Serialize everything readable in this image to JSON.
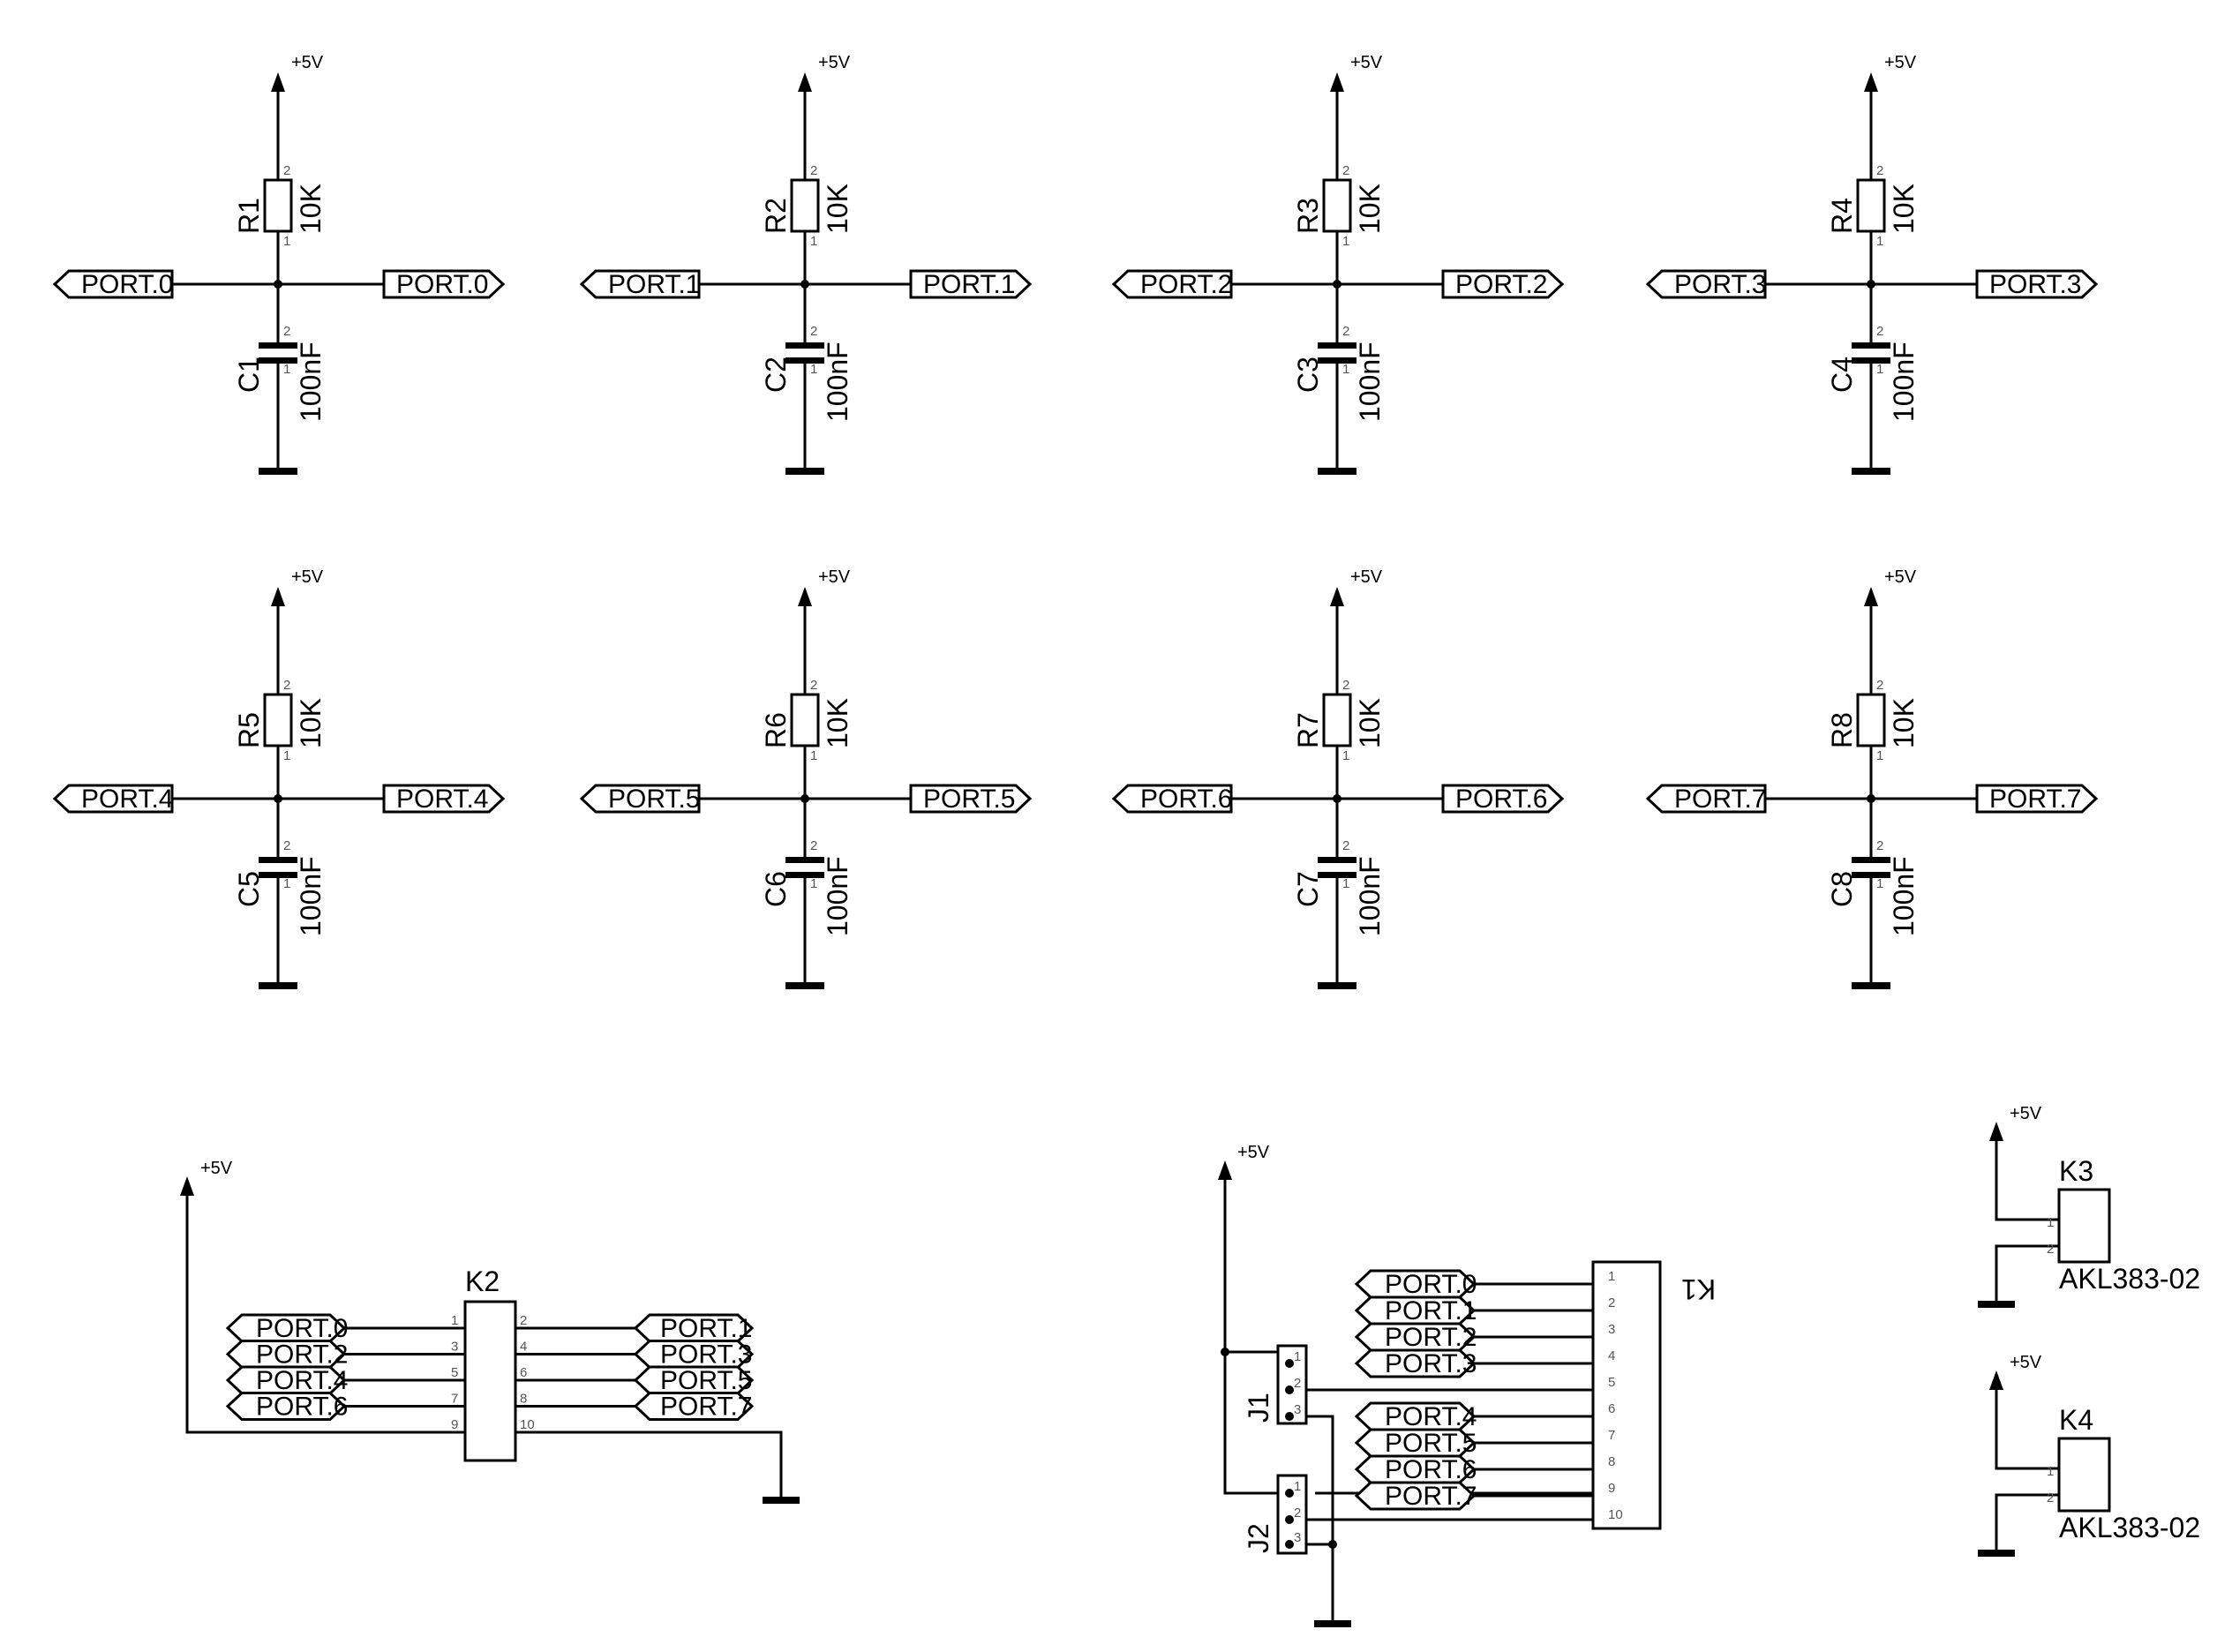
{
  "supply_label": "+5V",
  "resistor_value": "10K",
  "capacitor_value": "100nF",
  "cells": [
    {
      "resistor": "R1",
      "capacitor": "C1",
      "net": "PORT.0"
    },
    {
      "resistor": "R2",
      "capacitor": "C2",
      "net": "PORT.1"
    },
    {
      "resistor": "R3",
      "capacitor": "C3",
      "net": "PORT.2"
    },
    {
      "resistor": "R4",
      "capacitor": "C4",
      "net": "PORT.3"
    },
    {
      "resistor": "R5",
      "capacitor": "C5",
      "net": "PORT.4"
    },
    {
      "resistor": "R6",
      "capacitor": "C6",
      "net": "PORT.5"
    },
    {
      "resistor": "R7",
      "capacitor": "C7",
      "net": "PORT.6"
    },
    {
      "resistor": "R8",
      "capacitor": "C8",
      "net": "PORT.7"
    }
  ],
  "pin_numbers": [
    "1",
    "2",
    "3",
    "4",
    "5",
    "6",
    "7",
    "8",
    "9",
    "10"
  ],
  "k2": {
    "name": "K2",
    "left_nets": [
      "PORT.0",
      "PORT.2",
      "PORT.4",
      "PORT.6"
    ],
    "right_nets": [
      "PORT.1",
      "PORT.3",
      "PORT.5",
      "PORT.7"
    ]
  },
  "k1": {
    "name": "K1",
    "nets_top": [
      "PORT.0",
      "PORT.1",
      "PORT.2",
      "PORT.3"
    ],
    "nets_bottom": [
      "PORT.4",
      "PORT.5",
      "PORT.6",
      "PORT.7"
    ]
  },
  "jumpers": [
    "J1",
    "J2"
  ],
  "terminals": [
    {
      "name": "K3",
      "part": "AKL383-02"
    },
    {
      "name": "K4",
      "part": "AKL383-02"
    }
  ]
}
